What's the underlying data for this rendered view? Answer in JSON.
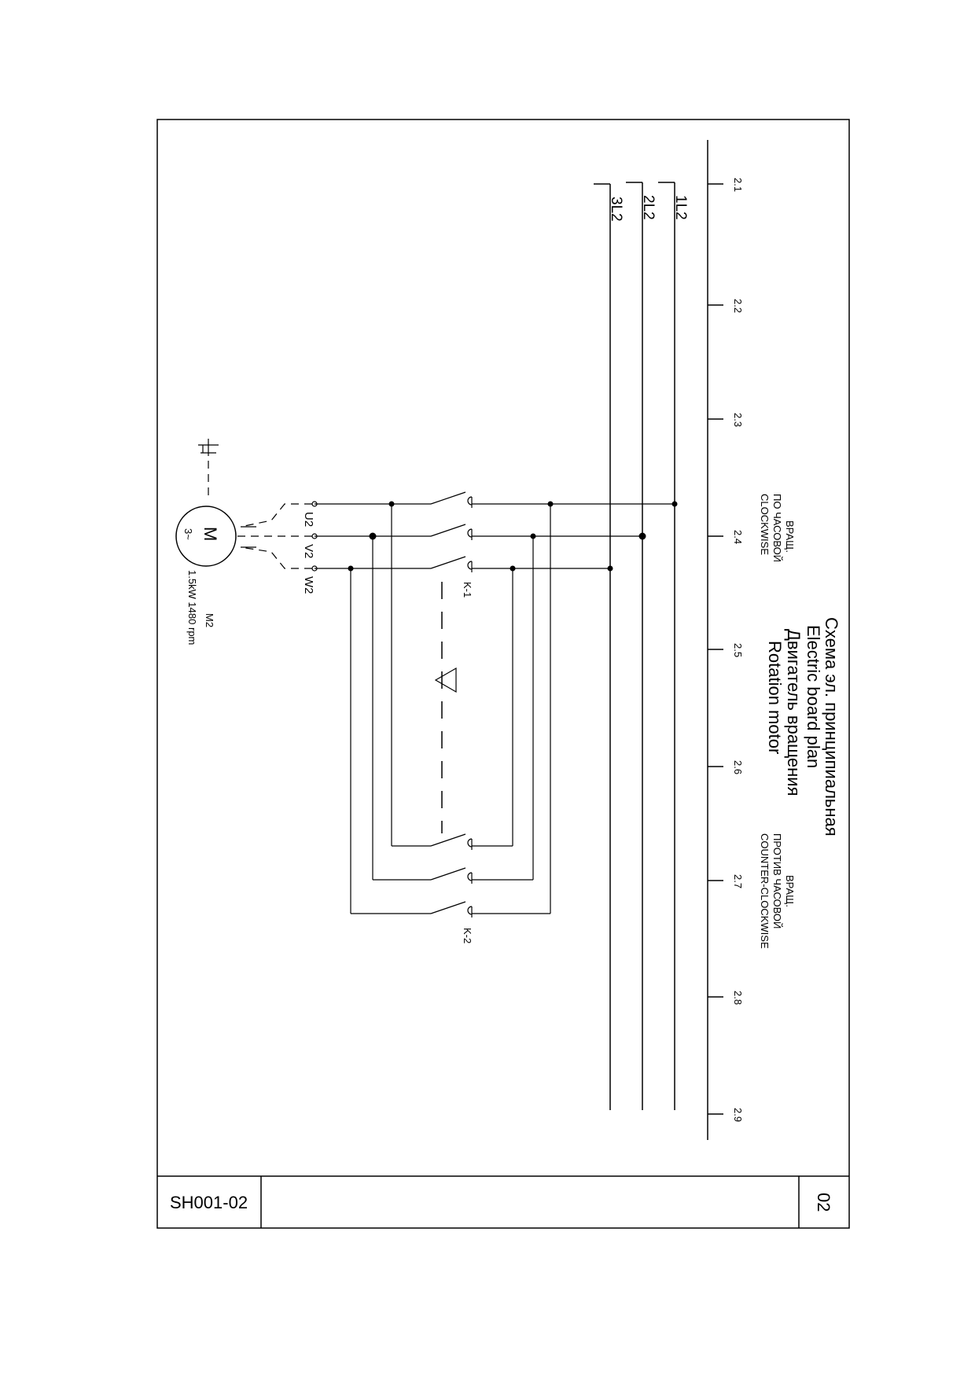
{
  "title": {
    "ru": "Схема эл. принципиальная",
    "en": "Electric board plan",
    "sub_ru": "Двигатель вращения",
    "sub_en": "Rotation motor"
  },
  "columns": [
    "2.1",
    "2.2",
    "2.3",
    "2.4",
    "2.5",
    "2.6",
    "2.7",
    "2.8",
    "2.9"
  ],
  "buses": [
    "1L2",
    "2L2",
    "3L2"
  ],
  "clockwise": {
    "line1": "ВРАЩ.",
    "line2": "ПО ЧАСОВОЙ",
    "line3": "CLOCKWISE"
  },
  "counterclockwise": {
    "line1": "ВРАЩ.",
    "line2": "ПРОТИВ ЧАСОВОЙ",
    "line3": "COUNTER-CLOCKWISE"
  },
  "contactors": [
    "K-1",
    "K-2"
  ],
  "terminals": [
    "U2",
    "V2",
    "W2"
  ],
  "motor": {
    "symbol": "M",
    "phase": "3~",
    "tag": "M2",
    "rating": "1.5kW  1480 rpm"
  },
  "title_block": {
    "drawing_no": "SH001-02",
    "sheet": "02"
  }
}
